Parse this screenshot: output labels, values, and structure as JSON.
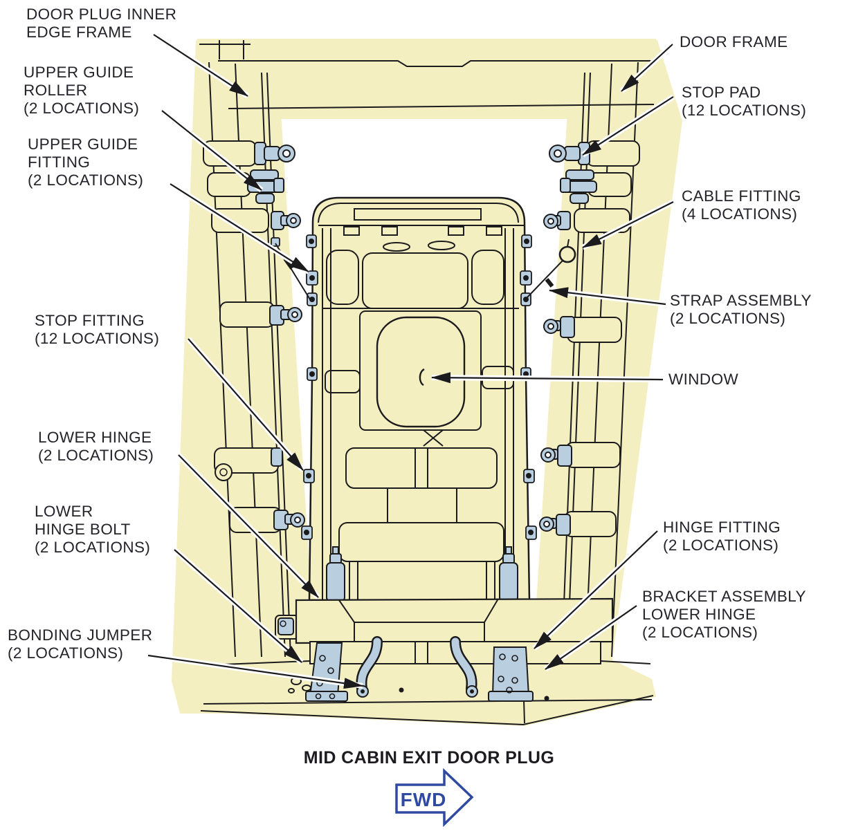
{
  "caption": "MID CABIN EXIT DOOR PLUG",
  "fwd": "FWD",
  "colors": {
    "highlight_yellow": "#F4EFC1",
    "fitting_blue": "#B9CEDF",
    "line_dark": "#1B1B1D",
    "text_dark": "#25222A",
    "fwd_blue": "#2F4AA0"
  },
  "labels": {
    "door_plug_inner_edge_frame": {
      "lines": [
        "DOOR PLUG INNER",
        "EDGE FRAME"
      ]
    },
    "upper_guide_roller": {
      "lines": [
        "UPPER GUIDE",
        "ROLLER",
        "(2 LOCATIONS)"
      ]
    },
    "upper_guide_fitting": {
      "lines": [
        "UPPER GUIDE",
        "FITTING",
        "(2 LOCATIONS)"
      ]
    },
    "stop_fitting": {
      "lines": [
        "STOP FITTING",
        "(12 LOCATIONS)"
      ]
    },
    "lower_hinge": {
      "lines": [
        "LOWER HINGE",
        "(2 LOCATIONS)"
      ]
    },
    "lower_hinge_bolt": {
      "lines": [
        "LOWER",
        "HINGE BOLT",
        "(2 LOCATIONS)"
      ]
    },
    "bonding_jumper": {
      "lines": [
        "BONDING JUMPER",
        "(2 LOCATIONS)"
      ]
    },
    "door_frame": {
      "lines": [
        "DOOR FRAME"
      ]
    },
    "stop_pad": {
      "lines": [
        "STOP PAD",
        "(12 LOCATIONS)"
      ]
    },
    "cable_fitting": {
      "lines": [
        "CABLE FITTING",
        "(4 LOCATIONS)"
      ]
    },
    "strap_assembly": {
      "lines": [
        "STRAP ASSEMBLY",
        "(2 LOCATIONS)"
      ]
    },
    "window": {
      "lines": [
        "WINDOW"
      ]
    },
    "hinge_fitting": {
      "lines": [
        "HINGE FITTING",
        "(2 LOCATIONS)"
      ]
    },
    "bracket_assembly_lower_hinge": {
      "lines": [
        "BRACKET ASSEMBLY",
        "LOWER HINGE",
        "(2 LOCATIONS)"
      ]
    }
  }
}
